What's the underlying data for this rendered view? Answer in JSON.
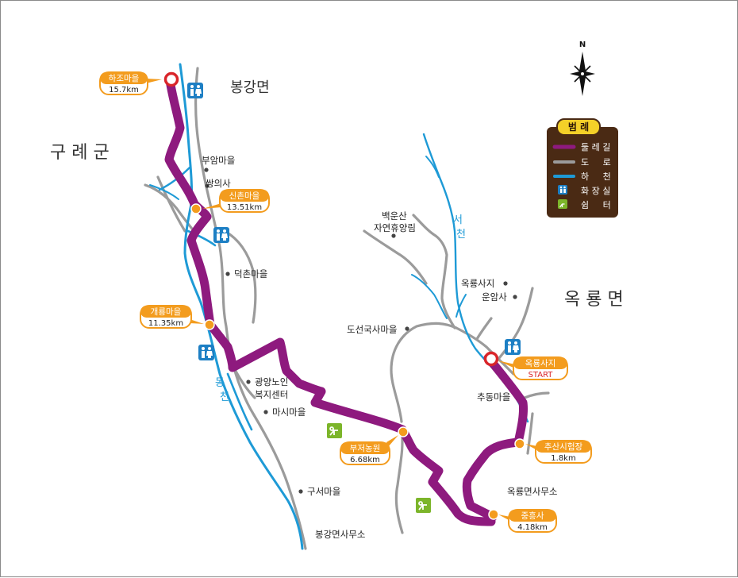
{
  "colors": {
    "trail": "#8e1a7e",
    "road": "#9b9b9b",
    "river": "#1e9ad6",
    "callout": "#f39c1e",
    "legend_bg": "#4a2a14",
    "legend_title_bg": "#f4d028",
    "toilet": "#1d7fc4",
    "rest": "#7cb52a",
    "start_ring": "#d9252a"
  },
  "regions": {
    "west": "구 례 군",
    "north": "봉강면",
    "east": "옥 룡 면"
  },
  "compass": {
    "label": "N"
  },
  "rivers": {
    "east_name": "서\n천",
    "west_name": "동\n천"
  },
  "places": {
    "buam": "부암마을",
    "ssangui": "쌍의사",
    "deokchon": "덕촌마을",
    "gwangyang_senior_1": "광양노인",
    "gwangyang_senior_2": "복지센터",
    "masi": "마시마을",
    "guseo": "구서마을",
    "bonggang_office": "봉강면사무소",
    "baekunsan_1": "백운산",
    "baekunsan_2": "자연휴양림",
    "doseon": "도선국사마을",
    "okryongsaji": "옥룡사지",
    "unamsa": "운암사",
    "chudong": "추동마을",
    "okryong_office": "옥룡면사무소"
  },
  "callouts": {
    "hajo": {
      "name": "하조마을",
      "dist": "15.7km"
    },
    "sinchon": {
      "name": "신촌마을",
      "dist": "13.51km"
    },
    "gaeryong": {
      "name": "개룡마을",
      "dist": "11.35km"
    },
    "bujeo": {
      "name": "부저농원",
      "dist": "6.68km"
    },
    "jungheung": {
      "name": "중흥사",
      "dist": "4.18km"
    },
    "chusan": {
      "name": "추산시험장",
      "dist": "1.8km"
    },
    "okryong_start": {
      "name": "옥룡사지",
      "dist": "START"
    }
  },
  "legend": {
    "title": "범 례",
    "items": [
      {
        "icon": "trail-line",
        "label": "둘 레 길"
      },
      {
        "icon": "road-line",
        "label": "도     로"
      },
      {
        "icon": "river-line",
        "label": "하     천"
      },
      {
        "icon": "toilet-icon",
        "label": "화 장 실"
      },
      {
        "icon": "rest-area-icon",
        "label": "쉼     터"
      }
    ]
  }
}
